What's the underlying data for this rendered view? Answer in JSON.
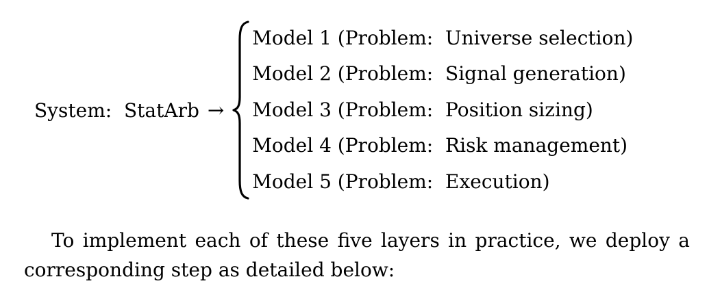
{
  "equation": {
    "lhs_label": "System:  StatArb",
    "arrow": "→",
    "brace_icon": "left-curly-brace",
    "cases": [
      "Model 1 (Problem:  Universe selection)",
      "Model 2 (Problem:  Signal generation)",
      "Model 3 (Problem:  Position sizing)",
      "Model 4 (Problem:  Risk management)",
      "Model 5 (Problem:  Execution)"
    ]
  },
  "paragraph": {
    "lines": [
      "To implement each of these five layers in practice, we deploy a",
      "corresponding step as detailed below:"
    ]
  },
  "colors": {
    "text": "#000000",
    "background": "#ffffff"
  }
}
